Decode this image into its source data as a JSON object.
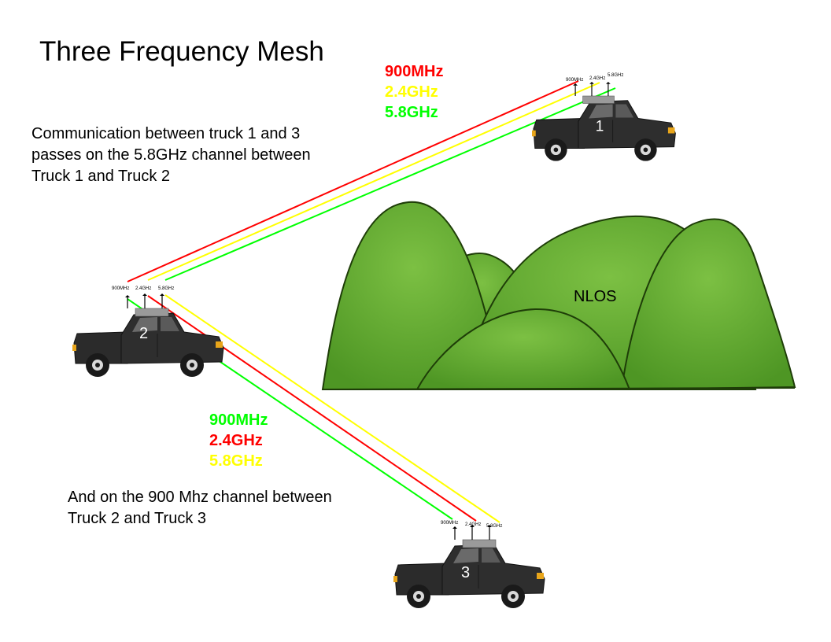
{
  "title": "Three Frequency Mesh",
  "description_1": [
    "Communication between truck 1 and 3",
    "passes on the 5.8GHz channel between",
    "Truck 1 and Truck 2"
  ],
  "description_2": [
    "And on the 900 Mhz channel between",
    "Truck 2 and Truck 3"
  ],
  "upper_link_bands": [
    {
      "label": "900MHz",
      "color": "#ff0000"
    },
    {
      "label": "2.4GHz",
      "color": "#ffff00"
    },
    {
      "label": "5.8GHz",
      "color": "#00ff00"
    }
  ],
  "lower_link_bands": [
    {
      "label": "900MHz",
      "color": "#00ff00"
    },
    {
      "label": "2.4GHz",
      "color": "#ff0000"
    },
    {
      "label": "5.8GHz",
      "color": "#ffff00"
    }
  ],
  "terrain_label": "NLOS",
  "trucks": [
    {
      "number": "1"
    },
    {
      "number": "2"
    },
    {
      "number": "3"
    }
  ],
  "antenna_labels": [
    "900MHz",
    "2.4GHz",
    "5.8GHz"
  ],
  "colors": {
    "hill_fill": "#5aaa2a",
    "hill_stroke": "#1e3d08",
    "truck_body": "#2b2b2b"
  }
}
